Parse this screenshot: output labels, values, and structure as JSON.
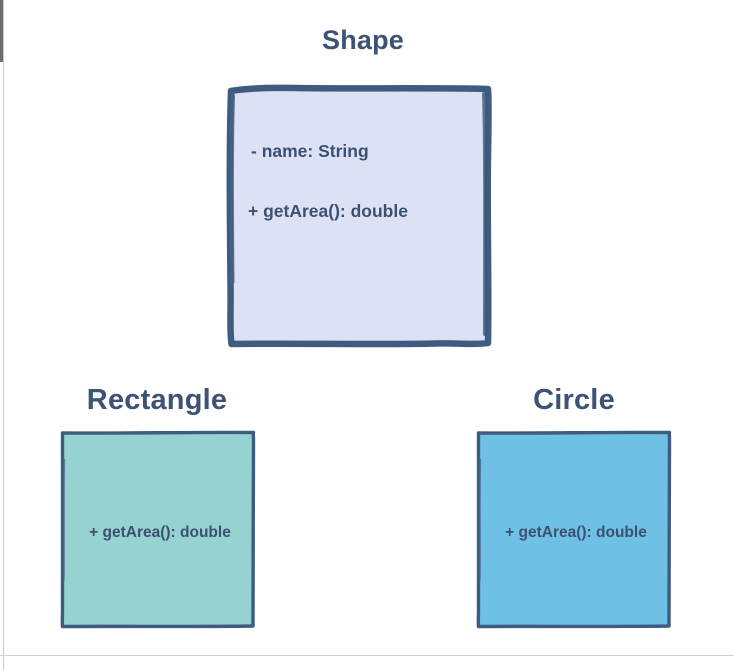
{
  "diagram": {
    "type": "uml-class-diagram",
    "background": "#ffffff",
    "title_color": "#3d5373",
    "member_text_color": "#3c516f",
    "classes": [
      {
        "id": "shape",
        "name": "Shape",
        "fill": "#dde1f5",
        "stroke": "#3e5b80",
        "stroke_width": 6,
        "attributes": [
          "- name: String"
        ],
        "methods": [
          "+ getArea(): double"
        ]
      },
      {
        "id": "rectangle",
        "name": "Rectangle",
        "fill": "#96d2d0",
        "stroke": "#3e5b80",
        "stroke_width": 3,
        "attributes": [],
        "methods": [
          "+ getArea(): double"
        ]
      },
      {
        "id": "circle",
        "name": "Circle",
        "fill": "#6ec1e4",
        "stroke": "#3e5b80",
        "stroke_width": 3,
        "attributes": [],
        "methods": [
          "+ getArea(): double"
        ]
      }
    ]
  }
}
